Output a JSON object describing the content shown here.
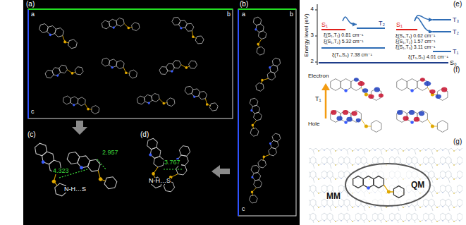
{
  "diagram": {
    "nodes": [
      {
        "text": [
          "S₁"
        ]
      },
      {
        "text": [
          "T₂"
        ]
      },
      {
        "text": [
          "S₁"
        ]
      },
      {
        "text": [
          "T₃"
        ]
      },
      {
        "text": [
          "T₂"
        ]
      },
      {
        "text": [
          "T₁"
        ]
      },
      {
        "text": [
          "S₀"
        ]
      }
    ],
    "edges": [
      {
        "from": 0,
        "to": 1,
        "arrow": "to"
      },
      {
        "from": 2,
        "to": 3,
        "arrow": "to"
      },
      {
        "from": 2,
        "to": 4,
        "arrow": "to"
      }
    ],
    "labels": [
      "(a)",
      "a",
      "b",
      "c",
      "(b)",
      "a",
      "b",
      "c",
      "(c)",
      "4.323",
      "2.957",
      "N-H…S",
      "(d)",
      "3.767",
      "N-H…S",
      "(e)",
      "Energy level (eV)",
      "4",
      "3",
      "2",
      "ξ(S₁,T₁) 0.81 cm⁻¹",
      "ξ(S₁,T₂) 5.32 cm⁻¹",
      "ξ(T₁,S₀) 7.38 cm⁻¹",
      "ξ(S₁,T₁) 0.62 cm⁻¹",
      "ξ(S₁,T₂) 1.57 cm⁻¹",
      "ξ(S₁,T₃) 3.11 cm⁻¹",
      "ξ(T₁,S₀) 4.01 cm⁻¹",
      "(f)",
      "Electron",
      "T₁",
      "Hole",
      "(g)",
      "MM",
      "QM"
    ]
  }
}
